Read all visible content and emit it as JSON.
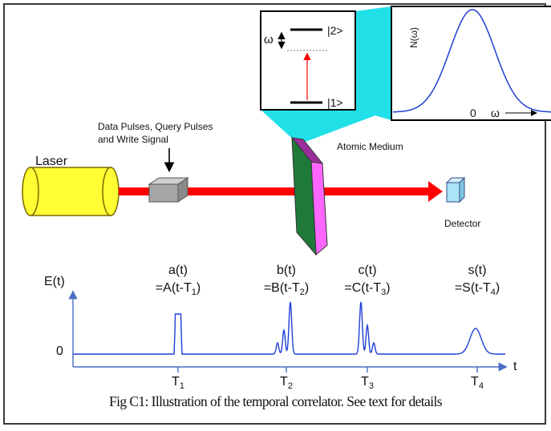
{
  "labels": {
    "laser": "Laser",
    "pulses_line1": "Data Pulses, Query Pulses",
    "pulses_line2": "and Write Signal",
    "atomic_medium": "Atomic Medium",
    "detector": "Detector",
    "level_upper": "|2>",
    "level_lower": "|1>",
    "omega": "ω",
    "spectrum_ylabel": "N(ω)",
    "spectrum_zero": "0",
    "spectrum_xlabel": "ω",
    "signal_axis_label": "E(t)",
    "signal_zero": "0",
    "time_label": "t"
  },
  "signals": [
    {
      "name": "a(t)",
      "expr_main": "=A(t-T",
      "expr_sub": "1",
      "expr_end": ")",
      "tick": "T",
      "tick_sub": "1"
    },
    {
      "name": "b(t)",
      "expr_main": "=B(t-T",
      "expr_sub": "2",
      "expr_end": ")",
      "tick": "T",
      "tick_sub": "2"
    },
    {
      "name": "c(t)",
      "expr_main": "=C(t-T",
      "expr_sub": "3",
      "expr_end": ")",
      "tick": "T",
      "tick_sub": "3"
    },
    {
      "name": "s(t)",
      "expr_main": "=S(t-T",
      "expr_sub": "4",
      "expr_end": ")",
      "tick": "T",
      "tick_sub": "4"
    }
  ],
  "caption": "Fig C1: Illustration of the temporal correlator.  See text for details",
  "colors": {
    "beam": "#ff0000",
    "laser": "#ffff33",
    "medium_front": "#1f7a3a",
    "medium_side": "#ff66ff",
    "zoom": "#22e0e8",
    "signal": "#1f3fd6",
    "modulator": "#a6a6a6",
    "detector": "#a9e3f5"
  }
}
